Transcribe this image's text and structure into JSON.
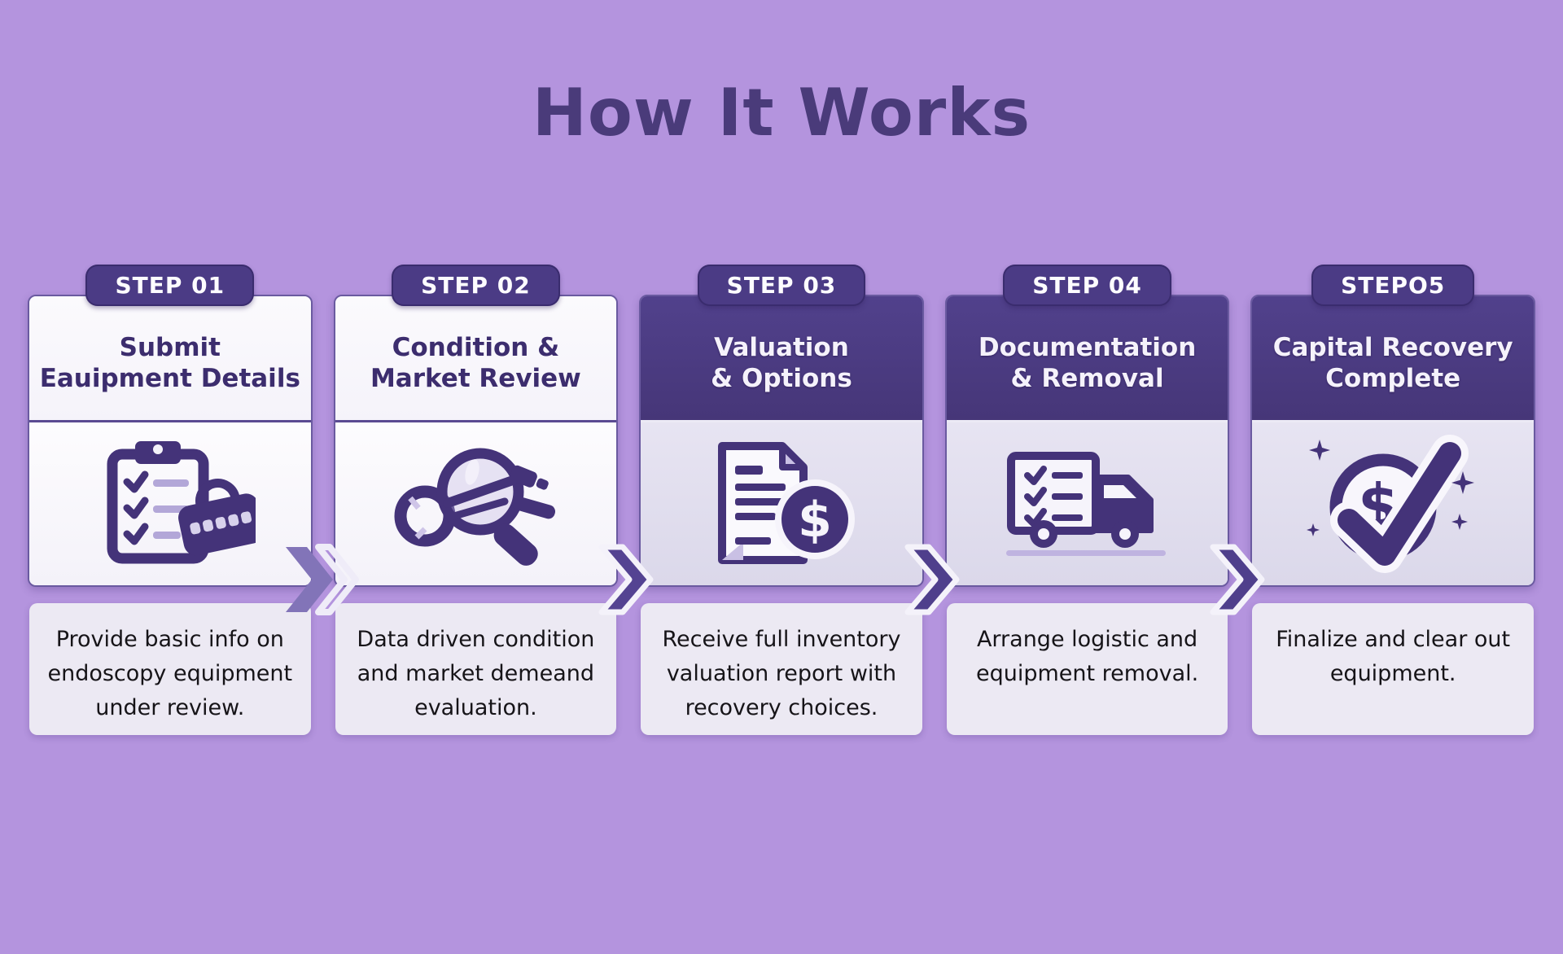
{
  "page": {
    "title": "How It Works",
    "background_color": "#b494de",
    "accent_color": "#443379",
    "badge_color": "#4b3b85",
    "dark_header_color": "#4a3a82",
    "description_bg_color": "#ece9f3",
    "arrow_icon": "chevron-right-icon"
  },
  "steps": [
    {
      "badge": "STEP 01",
      "title_line1": "Submit",
      "title_line2": "Eauipment Details",
      "description": "Provide basic info on endoscopy equipment under review.",
      "icon": "clipboard-checklist-icon"
    },
    {
      "badge": "STEP 02",
      "title_line1": "Condition &",
      "title_line2": "Market Review",
      "description": "Data driven condition and market demeand evaluation.",
      "icon": "magnifier-endoscope-icon"
    },
    {
      "badge": "STEP 03",
      "title_line1": "Valuation",
      "title_line2": "& Options",
      "description": "Receive full inventory valuation report with recovery choices.",
      "icon": "valuation-report-dollar-icon",
      "icon_text": "$"
    },
    {
      "badge": "STEP 04",
      "title_line1": "Documentation",
      "title_line2": "& Removal",
      "description": "Arrange logistic and equipment removal.",
      "icon": "truck-checklist-icon"
    },
    {
      "badge": "STEPO5",
      "title_line1": "Capital Recovery",
      "title_line2": "Complete",
      "description": "Finalize and clear out equipment.",
      "icon": "dollar-check-sparkles-icon",
      "icon_text": "$"
    }
  ]
}
